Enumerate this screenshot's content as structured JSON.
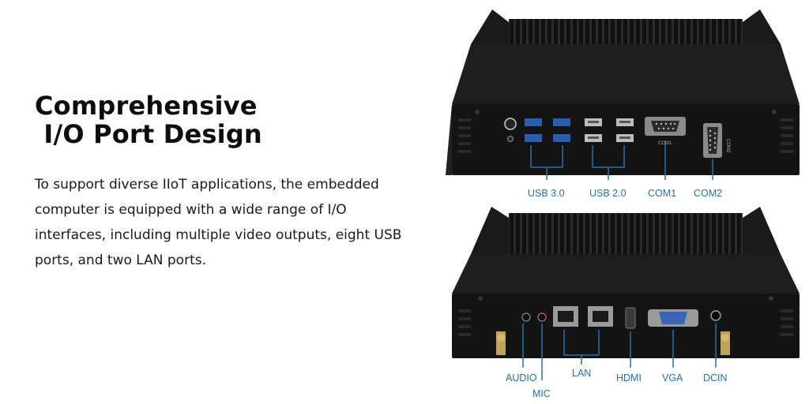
{
  "heading": {
    "line1": "Comprehensive",
    "line2": " I/O Port Design"
  },
  "description": "To support diverse IIoT applications, the embedded computer is equipped with a wide range of I/O interfaces, including multiple video outputs, eight USB ports, and two LAN ports.",
  "rear_panel": {
    "port_labels": {
      "usb30": "USB 3.0",
      "usb20": "USB 2.0",
      "com1": "COM1",
      "com2": "COM2"
    },
    "printed": {
      "com1": "COM1",
      "com2": "COM2"
    }
  },
  "front_panel": {
    "port_labels": {
      "audio": "AUDIO",
      "mic": "MIC",
      "lan": "LAN",
      "hdmi": "HDMI",
      "vga": "VGA",
      "dcin": "DCIN"
    }
  },
  "colors": {
    "callout": "#1f73b7",
    "device": "#141414",
    "text": "#0d0d0d",
    "vga_port": "#3b66b7"
  }
}
